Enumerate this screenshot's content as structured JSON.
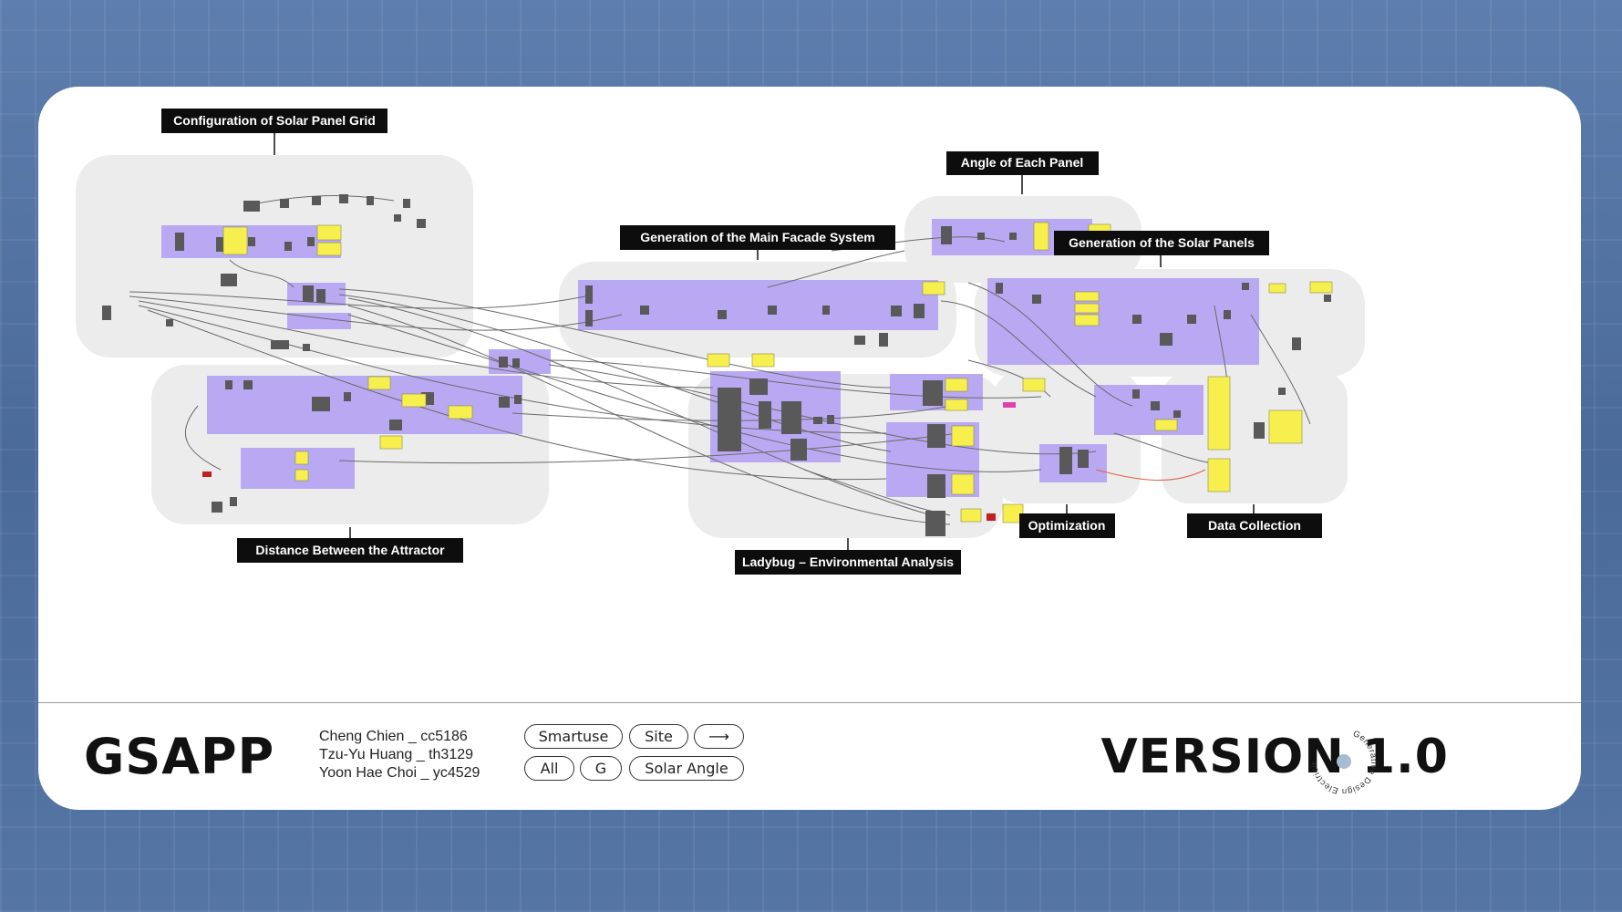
{
  "sections": [
    {
      "id": "config",
      "label": "Configuration of Solar Panel Grid"
    },
    {
      "id": "angle",
      "label": "Angle of Each Panel"
    },
    {
      "id": "facade",
      "label": "Generation of the Main Facade System"
    },
    {
      "id": "solar",
      "label": "Generation of the Solar Panels"
    },
    {
      "id": "distance",
      "label": "Distance Between the Attractor"
    },
    {
      "id": "ladybug",
      "label": "Ladybug – Environmental Analysis"
    },
    {
      "id": "optimization",
      "label": "Optimization"
    },
    {
      "id": "datacollection",
      "label": "Data Collection"
    }
  ],
  "footer": {
    "brand": "GSAPP",
    "authors": [
      "Cheng Chien _ cc5186",
      "Tzu-Yu Huang _ th3129",
      "Yoon Hae Choi _ yc4529"
    ],
    "buttons": [
      {
        "label": "Smartuse"
      },
      {
        "label": "Site"
      },
      {
        "label": "⟶"
      },
      {
        "label": "All"
      },
      {
        "label": "G"
      },
      {
        "label": "Solar Angle"
      }
    ],
    "version": "VERSION 1.0",
    "seal_text": "Generative Design Electricity"
  },
  "colors": {
    "cluster": "#ececec",
    "group": "#b9a9f2",
    "note": "#f7ef4e",
    "label_bg": "#0d0d0d",
    "wire": "#6a6a6a"
  }
}
